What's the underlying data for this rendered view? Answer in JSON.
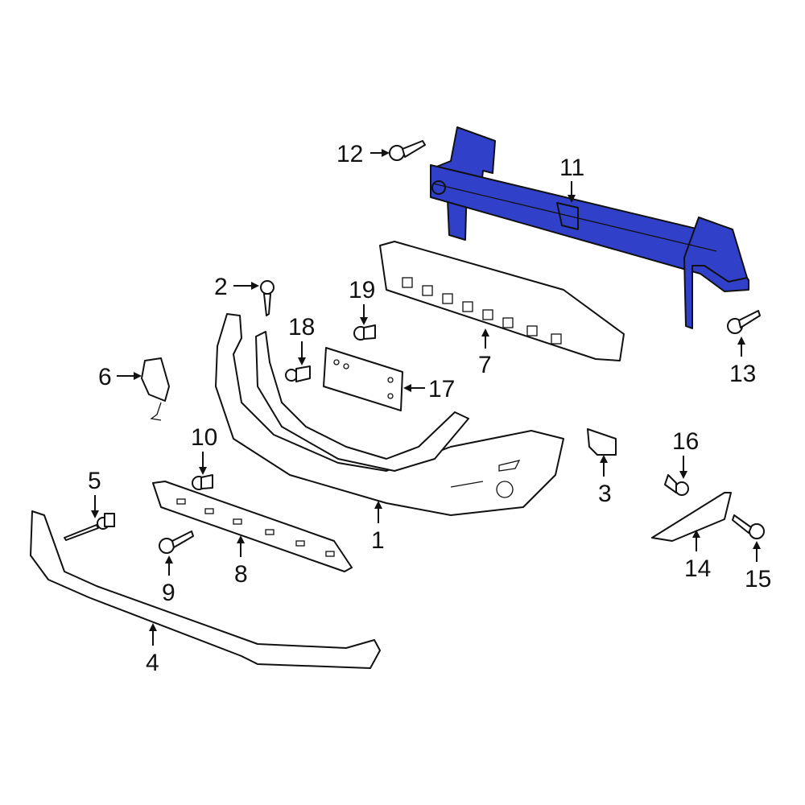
{
  "diagram": {
    "highlight_color": "#3040c8",
    "callouts": [
      {
        "id": "1",
        "label": "1"
      },
      {
        "id": "2",
        "label": "2"
      },
      {
        "id": "3",
        "label": "3"
      },
      {
        "id": "4",
        "label": "4"
      },
      {
        "id": "5",
        "label": "5"
      },
      {
        "id": "6",
        "label": "6"
      },
      {
        "id": "7",
        "label": "7"
      },
      {
        "id": "8",
        "label": "8"
      },
      {
        "id": "9",
        "label": "9"
      },
      {
        "id": "10",
        "label": "10"
      },
      {
        "id": "11",
        "label": "11"
      },
      {
        "id": "12",
        "label": "12"
      },
      {
        "id": "13",
        "label": "13"
      },
      {
        "id": "14",
        "label": "14"
      },
      {
        "id": "15",
        "label": "15"
      },
      {
        "id": "16",
        "label": "16"
      },
      {
        "id": "17",
        "label": "17"
      },
      {
        "id": "18",
        "label": "18"
      },
      {
        "id": "19",
        "label": "19"
      }
    ]
  }
}
